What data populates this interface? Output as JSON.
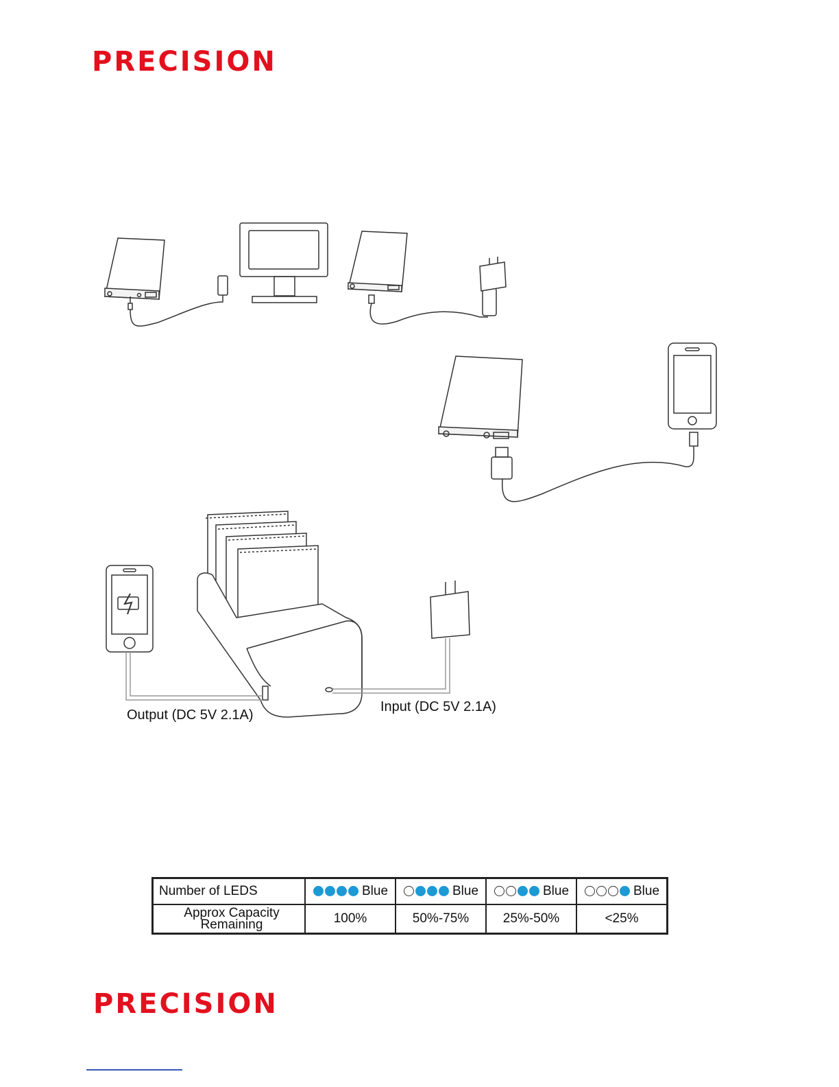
{
  "brand": {
    "name": "PRECISION",
    "color": "#e3101e"
  },
  "diagram": {
    "output_label": "Output (DC 5V 2.1A)",
    "input_label": "Input (DC 5V 2.1A)"
  },
  "led_table": {
    "row1_header": "Number of LEDS",
    "row2_header_line1": "Approx Capacity",
    "row2_header_line2": "Remaining",
    "led_color": "#1b9ad6",
    "columns": [
      {
        "leds_on": 4,
        "leds_total": 4,
        "color_word": "Blue",
        "capacity": "100%"
      },
      {
        "leds_on": 3,
        "leds_total": 4,
        "color_word": "Blue",
        "capacity": "50%-75%"
      },
      {
        "leds_on": 2,
        "leds_total": 4,
        "color_word": "Blue",
        "capacity": "25%-50%"
      },
      {
        "leds_on": 1,
        "leds_total": 4,
        "color_word": "Blue",
        "capacity": "<25%"
      }
    ]
  }
}
